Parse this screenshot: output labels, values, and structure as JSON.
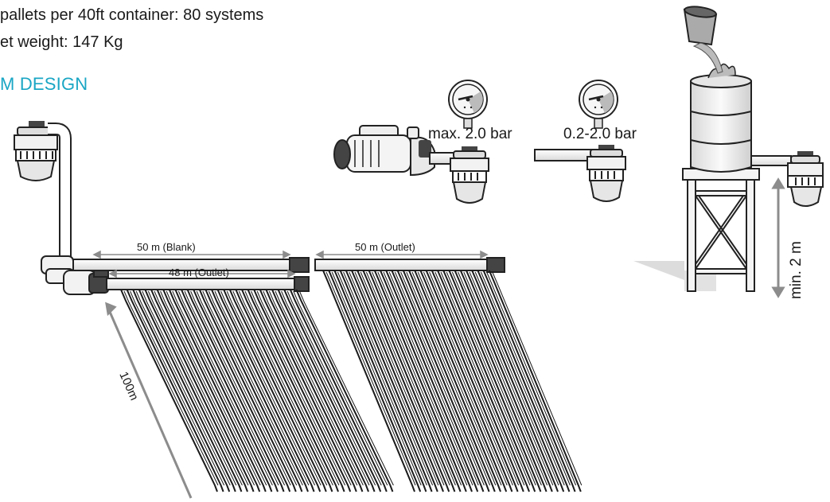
{
  "header": {
    "spec_lines": [
      "pallets per 40ft container: 80 systems",
      "et weight: 147 Kg"
    ],
    "section_heading": "M DESIGN"
  },
  "diagram": {
    "gauges": [
      {
        "label": "max. 2.0 bar",
        "icon": "pressure-gauge-icon"
      },
      {
        "label": "0.2-2.0 bar",
        "icon": "pressure-gauge-icon"
      }
    ],
    "lateral_labels": {
      "blank": "50 m (Blank)",
      "outlet_right": "50 m (Outlet)",
      "outlet_left": "48 m (Outlet)"
    },
    "dimensions": {
      "drip_line_length": "100m",
      "tank_height": "min. 2 m"
    },
    "colors": {
      "accent": "#1aa6c4",
      "line": "#1a1a1a",
      "dimension": "#8c8c8c"
    }
  }
}
